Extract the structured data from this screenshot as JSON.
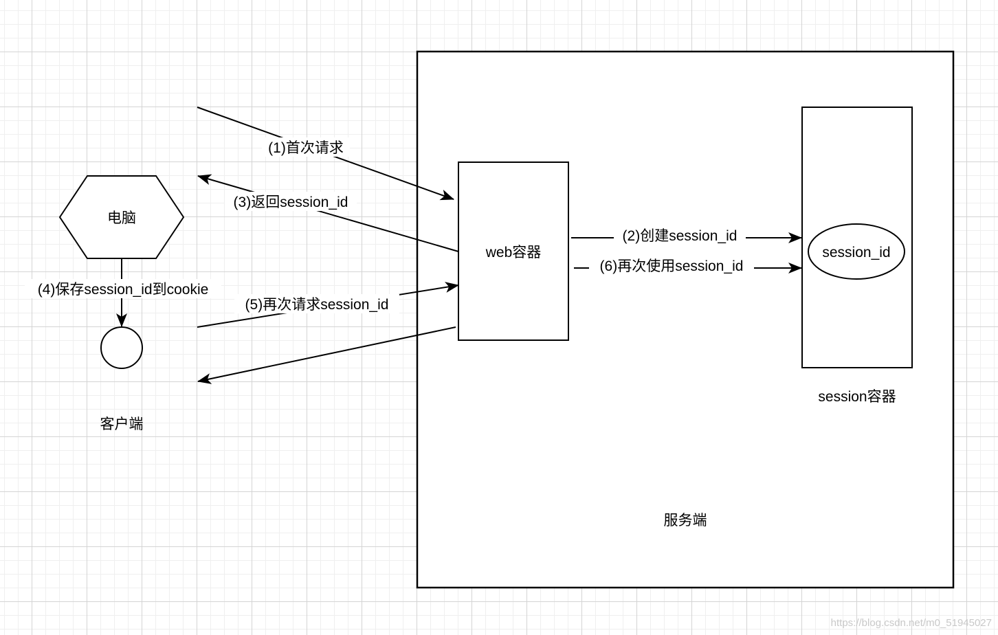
{
  "diagram": {
    "server": {
      "label": "服务端"
    },
    "web_container": {
      "label": "web容器"
    },
    "session_container": {
      "label": "session容器",
      "inner": "session_id"
    },
    "client": {
      "node_label": "电脑",
      "label": "客户端"
    },
    "edges": [
      {
        "id": "step1",
        "label": "(1)首次请求",
        "from": "客户端",
        "to": "web容器"
      },
      {
        "id": "step2",
        "label": "(2)创建session_id",
        "from": "web容器",
        "to": "session容器"
      },
      {
        "id": "step3",
        "label": "(3)返回session_id",
        "from": "web容器",
        "to": "客户端"
      },
      {
        "id": "step4",
        "label": "(4)保存session_id到cookie",
        "from": "电脑",
        "to": "cookie"
      },
      {
        "id": "step5",
        "label": "(5)再次请求session_id",
        "from": "客户端",
        "to": "web容器"
      },
      {
        "id": "step6",
        "label": "(6)再次使用session_id",
        "from": "web容器",
        "to": "session容器"
      },
      {
        "id": "response",
        "label": "",
        "from": "web容器",
        "to": "客户端"
      }
    ]
  },
  "watermark": "https://blog.csdn.net/m0_51945027"
}
